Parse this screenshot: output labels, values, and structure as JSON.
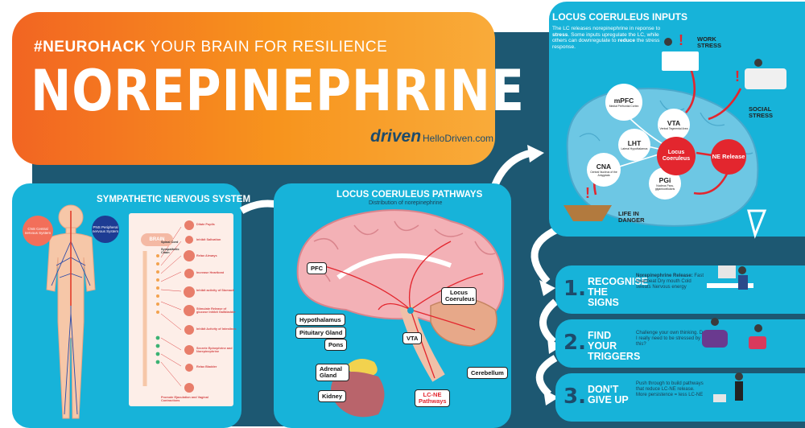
{
  "header": {
    "hashtag": "#NEUROHACK",
    "subtitle": "YOUR BRAIN FOR RESILIENCE",
    "title": "NOREPINEPHRINE",
    "brand": "driven",
    "url": "HelloDriven.com"
  },
  "sns": {
    "title": "SYMPATHETIC NERVOUS SYSTEM",
    "cns": "CNS Central nervous System",
    "pns": "PNS Peripheral nervous System",
    "brain": "BRAIN",
    "spinal_cord": "Spinal Cord",
    "sympathetic_chain": "Sympathetic Chain",
    "effects": [
      "Dilate Pupils",
      "Inhibit Salivation",
      "Relax Airways",
      "Increase Heartbeat",
      "Inhibit activity of Stomach",
      "Stimulate Release of glucose Inhibit Gallbladder",
      "Inhibit Activity of Intestines",
      "Secrete Epinephrine and Norepinephrine",
      "Relax Bladder",
      "Promote Ejaculation and Vaginal Contractions"
    ]
  },
  "lcp": {
    "title": "LOCUS COERULEUS PATHWAYS",
    "subtitle": "Distribution of norepinephrine",
    "labels": {
      "pfc": "PFC",
      "hypothalamus": "Hypothalamus",
      "pituitary": "Pituitary Gland",
      "pons": "Pons",
      "vta": "VTA",
      "lc": "Locus Coeruleus",
      "cerebellum": "Cerebellum",
      "adrenal": "Adrenal Gland",
      "kidney": "Kidney",
      "lcne": "LC-NE Pathways"
    }
  },
  "lci": {
    "title": "LOCUS COERULEUS INPUTS",
    "desc_pre": "The LC releases norepinephrine in reponse to ",
    "desc_bold1": "stress",
    "desc_mid": ". Some inputs upregulate the LC, while others can downregulate to ",
    "desc_bold2": "reduce",
    "desc_post": " the stress response.",
    "nodes": {
      "mpfc": {
        "n": "mPFC",
        "s": "Medial Prefrontal Cortex"
      },
      "vta": {
        "n": "VTA",
        "s": "Ventral Tegmental Area"
      },
      "lht": {
        "n": "LHT",
        "s": "Lateral Hypothalamus"
      },
      "cna": {
        "n": "CNA",
        "s": "Central Nucleus of the Amygdala"
      },
      "pgi": {
        "n": "PGi",
        "s": "Nucleus Para-gigantocellularis"
      },
      "lc": {
        "n": "Locus Coeruleus"
      },
      "ne": {
        "n": "NE Release"
      }
    },
    "work_stress": "WORK STRESS",
    "social_stress": "SOCIAL STRESS",
    "life_danger": "LIFE IN DANGER"
  },
  "steps": [
    {
      "num": "1.",
      "title": "RECOGNISE THE SIGNS",
      "text_bold": "Norepinephrine Release:",
      "text": "Fast heartbeat Dry mouth Cold sweats Nervous energy"
    },
    {
      "num": "2.",
      "title": "FIND YOUR TRIGGERS",
      "text_bold": "",
      "text": "Challenge your own thinking. Do I really need to be stressed by this?"
    },
    {
      "num": "3.",
      "title": "DON'T GIVE UP",
      "text_bold": "",
      "text": "Push through to build pathways that reduce LC-NE release. More persistence = less LC-NE"
    }
  ],
  "colors": {
    "orange": "#f26522",
    "cyan": "#17b3d9",
    "navy": "#1d5872",
    "red": "#e3262e"
  }
}
